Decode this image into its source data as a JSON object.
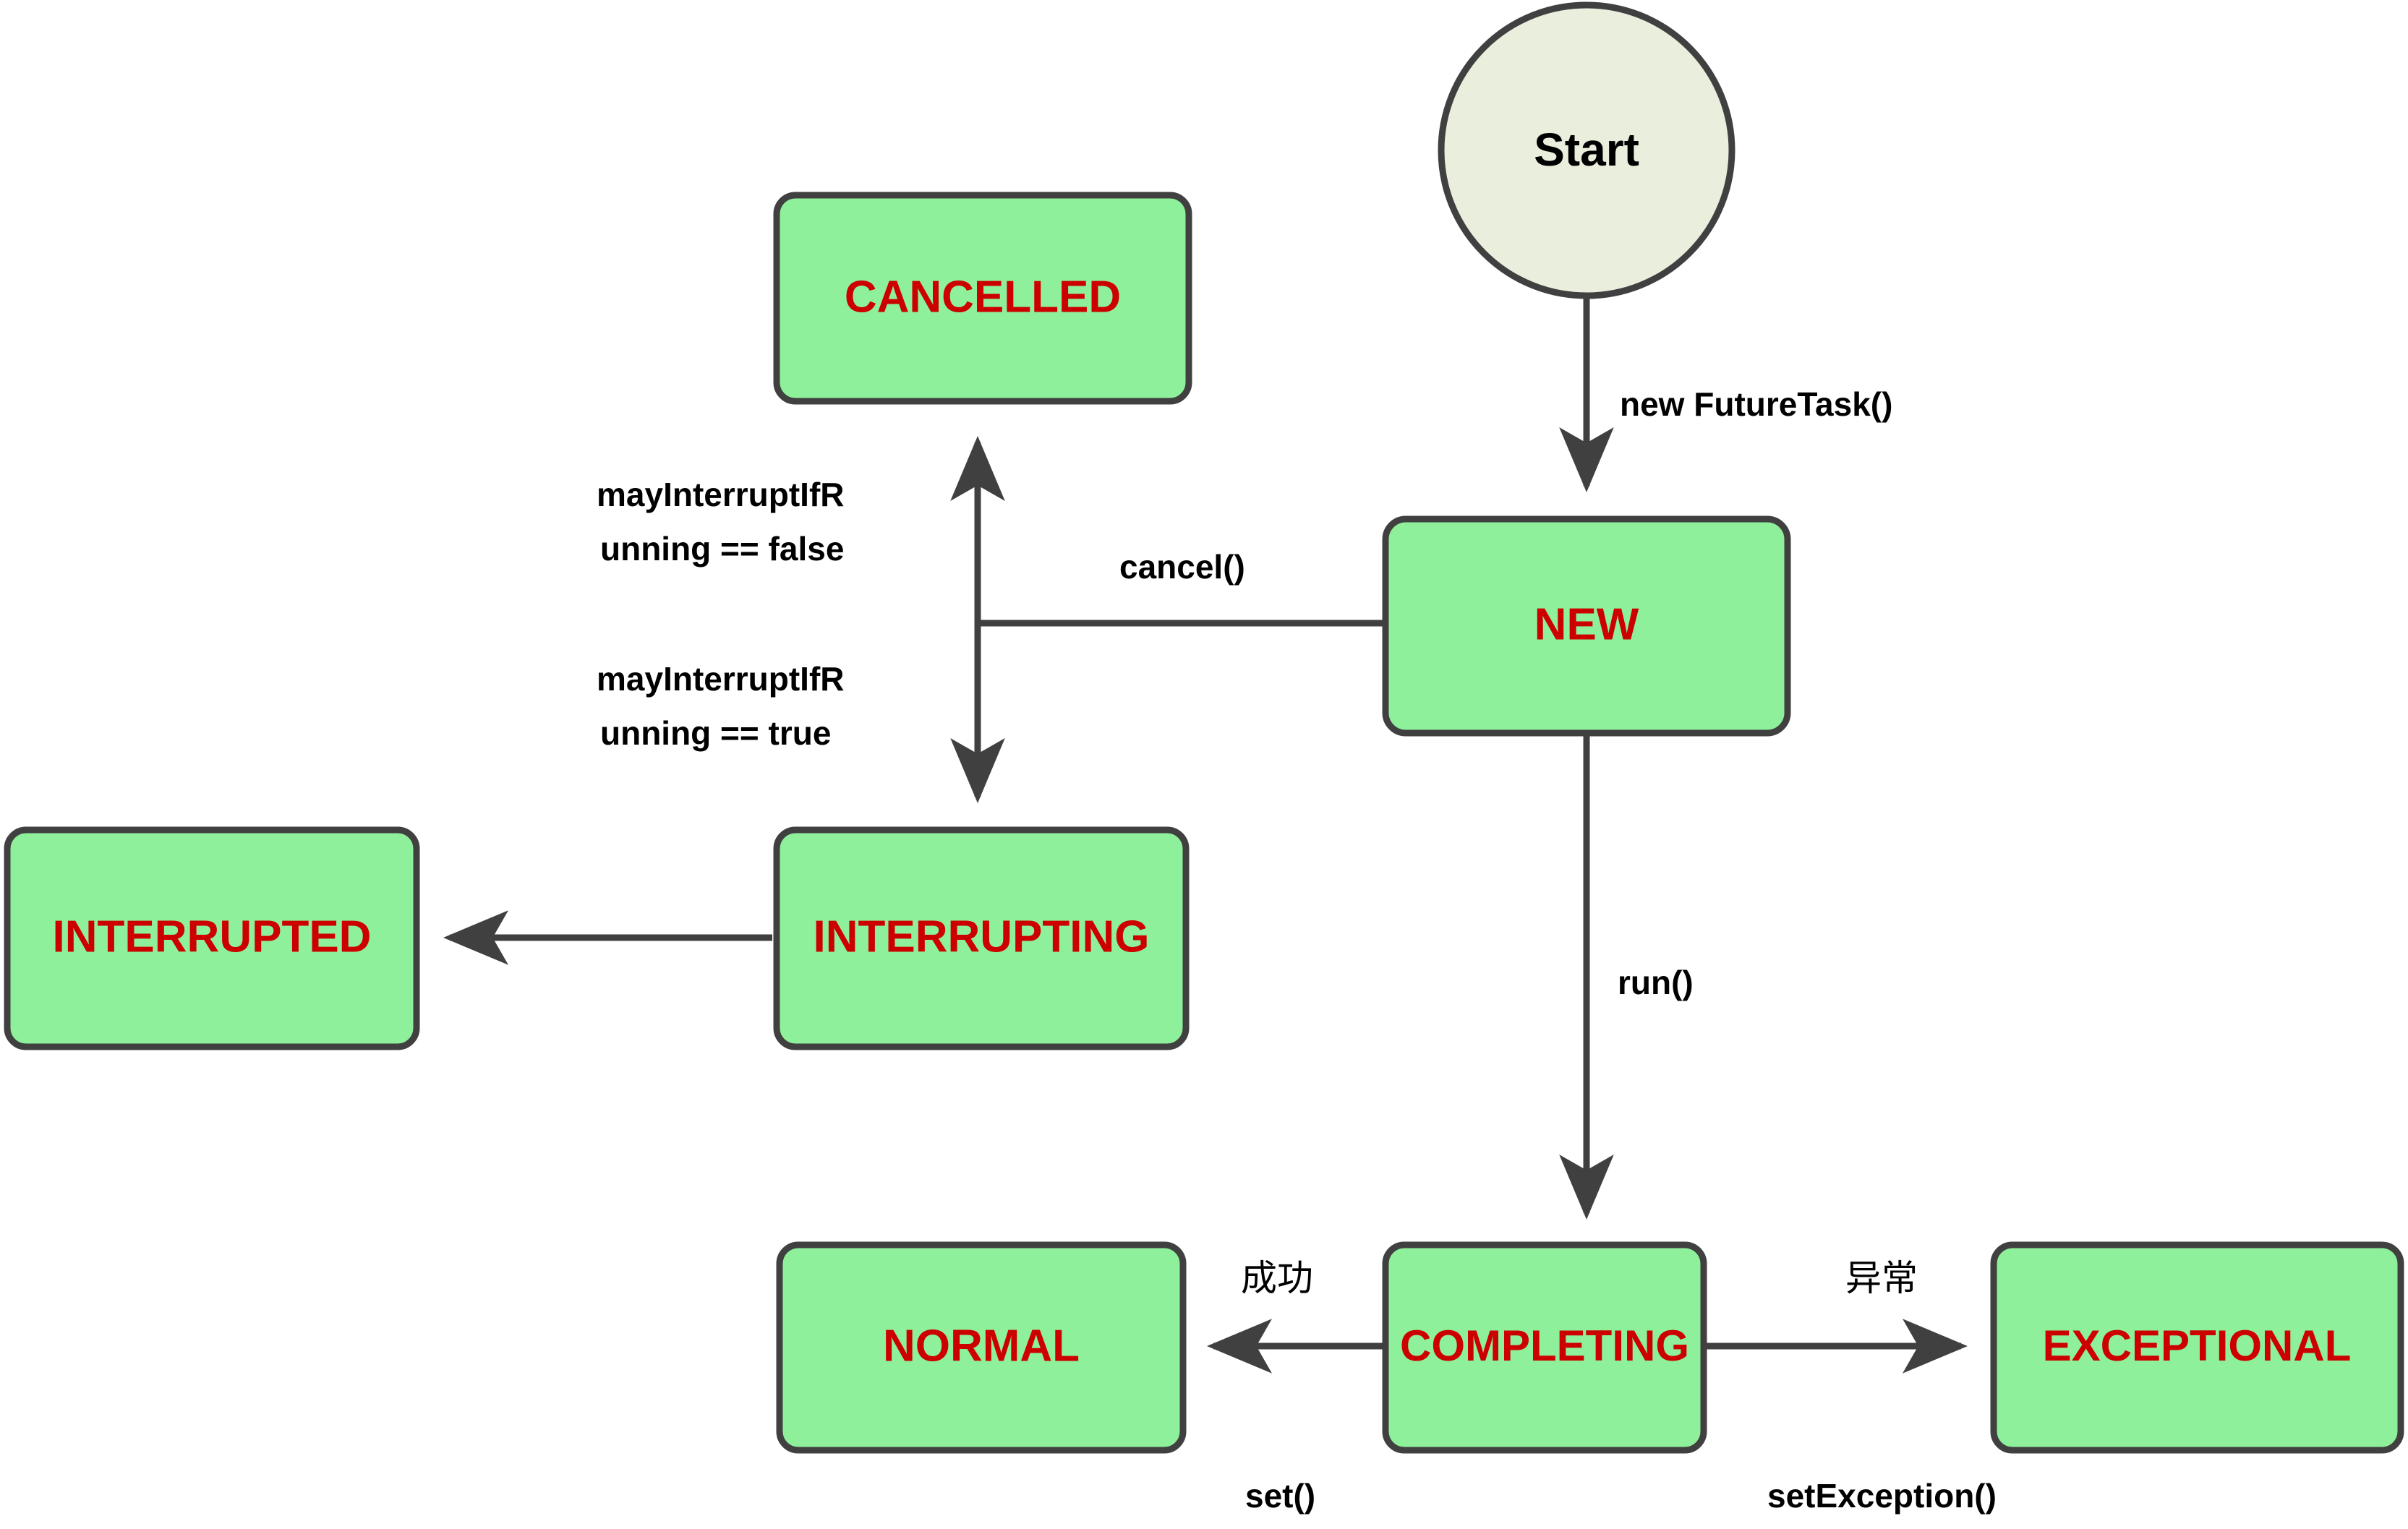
{
  "diagram": {
    "title": "FutureTask state transition diagram",
    "colors": {
      "node_fill": "#8ef09a",
      "node_stroke": "#404040",
      "node_text": "#cc0000",
      "start_fill": "#e9eedd",
      "edge_color": "#404040",
      "label_text": "#000000",
      "background": "#ffffff"
    },
    "nodes": {
      "start": {
        "label": "Start",
        "shape": "circle"
      },
      "cancelled": {
        "label": "CANCELLED",
        "shape": "rounded-rect"
      },
      "new": {
        "label": "NEW",
        "shape": "rounded-rect"
      },
      "interrupting": {
        "label": "INTERRUPTING",
        "shape": "rounded-rect"
      },
      "interrupted": {
        "label": "INTERRUPTED",
        "shape": "rounded-rect"
      },
      "normal": {
        "label": "NORMAL",
        "shape": "rounded-rect"
      },
      "completing": {
        "label": "COMPLETING",
        "shape": "rounded-rect"
      },
      "exceptional": {
        "label": "EXCEPTIONAL",
        "shape": "rounded-rect"
      }
    },
    "edges": {
      "start_to_new": {
        "label": "new FutureTask()"
      },
      "new_to_cancel": {
        "label": "cancel()"
      },
      "cancel_to_cancelled_line1": {
        "label": "mayInterruptIfR"
      },
      "cancel_to_cancelled_line2": {
        "label": "unning == false"
      },
      "cancel_to_interrupting_line1": {
        "label": "mayInterruptIfR"
      },
      "cancel_to_interrupting_line2": {
        "label": "unning == true"
      },
      "new_to_completing": {
        "label": "run()"
      },
      "completing_to_normal_top": {
        "label": "成功"
      },
      "completing_to_normal_bottom": {
        "label": "set()"
      },
      "completing_to_exceptional_top": {
        "label": "异常"
      },
      "completing_to_exceptional_bottom": {
        "label": "setException()"
      }
    }
  }
}
